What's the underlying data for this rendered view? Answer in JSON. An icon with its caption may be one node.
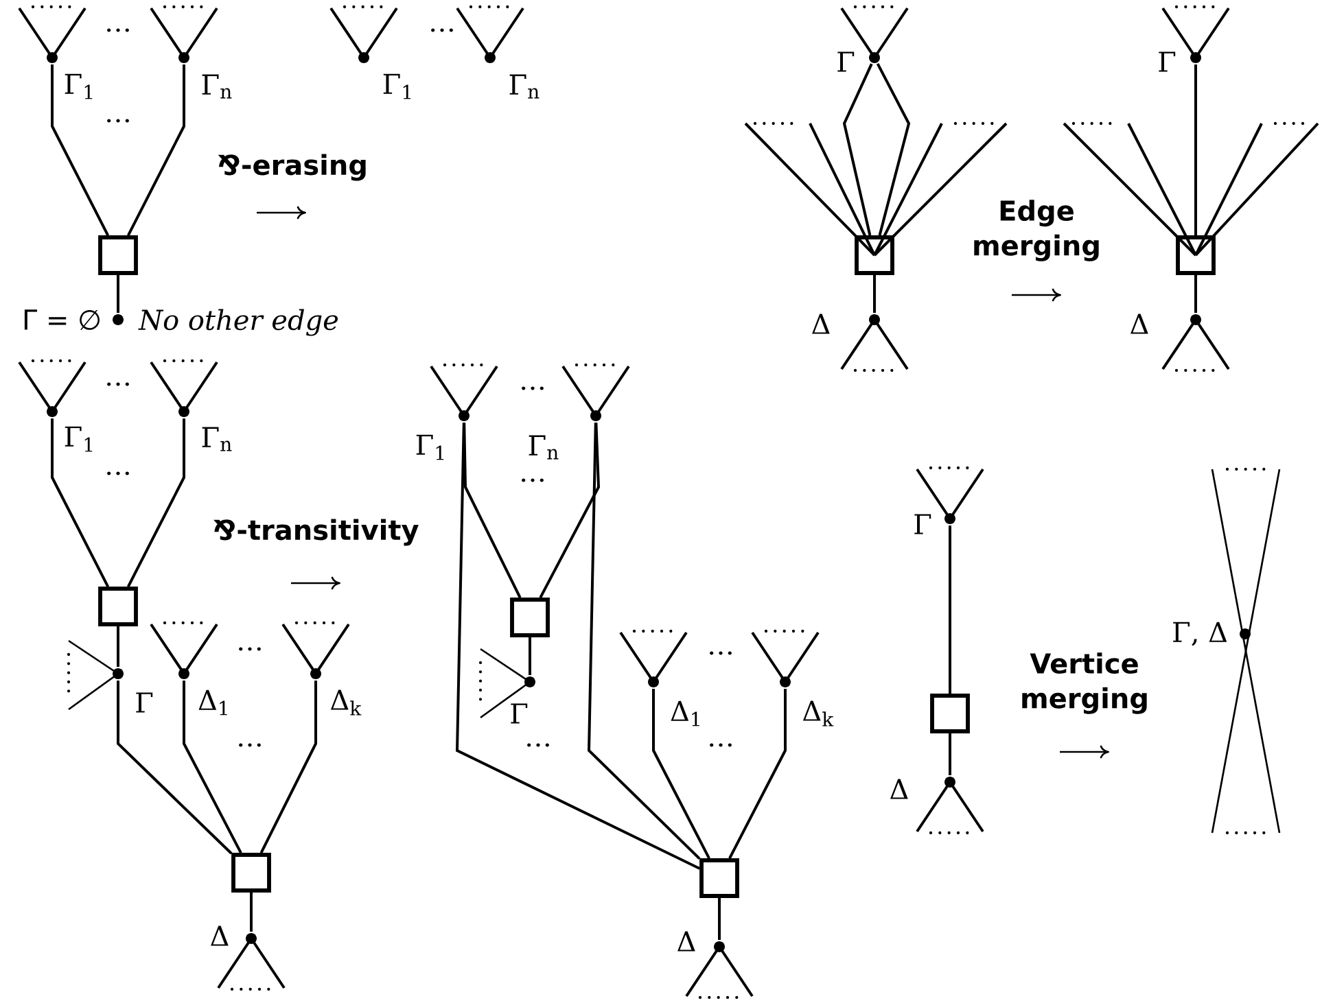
{
  "diagram": {
    "nodes": [
      {
        "text": [
          "Γ$_{1}$"
        ]
      },
      {
        "text": [
          "Γ$_{n}$"
        ]
      },
      {
        "text": [],
        "shape": "box"
      },
      {
        "text": [
          "Γ = ∅"
        ],
        "beside": [
          "No other edge"
        ]
      },
      {
        "text": [
          "Γ$_{1}$"
        ]
      },
      {
        "text": [
          "Γ$_{n}$"
        ]
      },
      {
        "text": [
          "Γ"
        ]
      },
      {
        "text": [],
        "shape": "box"
      },
      {
        "text": [
          "Δ"
        ]
      },
      {
        "text": [
          "Γ"
        ]
      },
      {
        "text": [],
        "shape": "box"
      },
      {
        "text": [
          "Δ"
        ]
      },
      {
        "text": [
          "Γ$_{1}$"
        ]
      },
      {
        "text": [
          "Γ$_{n}$"
        ]
      },
      {
        "text": [],
        "shape": "box"
      },
      {
        "text": [
          "Γ"
        ]
      },
      {
        "text": [
          "Δ$_{1}$"
        ]
      },
      {
        "text": [
          "Δ$_{k}$"
        ]
      },
      {
        "text": [],
        "shape": "box"
      },
      {
        "text": [
          "Δ"
        ]
      },
      {
        "text": [
          "Γ$_{1}$"
        ]
      },
      {
        "text": [
          "Γ$_{n}$"
        ]
      },
      {
        "text": [],
        "shape": "box"
      },
      {
        "text": [
          "Γ"
        ]
      },
      {
        "text": [
          "Δ$_{1}$"
        ]
      },
      {
        "text": [
          "Δ$_{k}$"
        ]
      },
      {
        "text": [],
        "shape": "box"
      },
      {
        "text": [
          "Δ"
        ]
      },
      {
        "text": [
          "Γ"
        ]
      },
      {
        "text": [],
        "shape": "box"
      },
      {
        "text": [
          "Δ"
        ]
      },
      {
        "text": [
          "Γ, Δ"
        ]
      }
    ],
    "edges": [
      {
        "from": 0,
        "to": 2,
        "arrow": "none"
      },
      {
        "from": 1,
        "to": 2,
        "arrow": "none"
      },
      {
        "from": 2,
        "to": 3,
        "arrow": "none"
      },
      {
        "from": 6,
        "to": 7,
        "arrow": "none"
      },
      {
        "from": 6,
        "to": 7,
        "arrow": "none"
      },
      {
        "from": 7,
        "to": 8,
        "arrow": "none"
      },
      {
        "from": 9,
        "to": 10,
        "arrow": "none"
      },
      {
        "from": 10,
        "to": 11,
        "arrow": "none"
      },
      {
        "from": 12,
        "to": 14,
        "arrow": "none"
      },
      {
        "from": 13,
        "to": 14,
        "arrow": "none"
      },
      {
        "from": 14,
        "to": 15,
        "arrow": "none"
      },
      {
        "from": 15,
        "to": 18,
        "arrow": "none"
      },
      {
        "from": 16,
        "to": 18,
        "arrow": "none"
      },
      {
        "from": 17,
        "to": 18,
        "arrow": "none"
      },
      {
        "from": 18,
        "to": 19,
        "arrow": "none"
      },
      {
        "from": 20,
        "to": 22,
        "arrow": "none"
      },
      {
        "from": 20,
        "to": 26,
        "arrow": "none"
      },
      {
        "from": 21,
        "to": 22,
        "arrow": "none"
      },
      {
        "from": 21,
        "to": 26,
        "arrow": "none"
      },
      {
        "from": 22,
        "to": 23,
        "arrow": "none"
      },
      {
        "from": 24,
        "to": 26,
        "arrow": "none"
      },
      {
        "from": 25,
        "to": 26,
        "arrow": "none"
      },
      {
        "from": 26,
        "to": 27,
        "arrow": "none"
      },
      {
        "from": 28,
        "to": 29,
        "arrow": "none"
      },
      {
        "from": 29,
        "to": 30,
        "arrow": "none"
      }
    ],
    "labels": [
      "…",
      "…",
      "…",
      "⅋-erasing",
      "Edge merging",
      "…",
      "…",
      "…",
      "…",
      "⅋-transitivity",
      "…",
      "…",
      "Vertice merging",
      "…",
      "…",
      "…"
    ]
  }
}
